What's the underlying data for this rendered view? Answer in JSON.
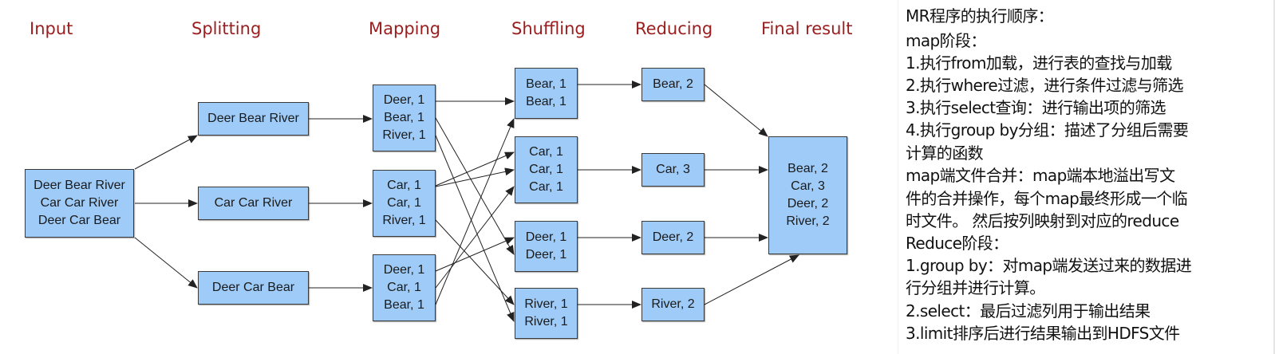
{
  "diagram": {
    "stages": [
      "Input",
      "Splitting",
      "Mapping",
      "Shuffling",
      "Reducing",
      "Final result"
    ],
    "input": [
      "Deer Bear River",
      "Car Car River",
      "Deer Car Bear"
    ],
    "splitting": [
      [
        "Deer Bear River"
      ],
      [
        "Car Car River"
      ],
      [
        "Deer Car Bear"
      ]
    ],
    "mapping": [
      [
        "Deer, 1",
        "Bear, 1",
        "River, 1"
      ],
      [
        "Car, 1",
        "Car, 1",
        "River, 1"
      ],
      [
        "Deer, 1",
        "Car, 1",
        "Bear, 1"
      ]
    ],
    "shuffling": [
      [
        "Bear, 1",
        "Bear, 1"
      ],
      [
        "Car, 1",
        "Car, 1",
        "Car, 1"
      ],
      [
        "Deer, 1",
        "Deer, 1"
      ],
      [
        "River, 1",
        "River, 1"
      ]
    ],
    "reducing": [
      [
        "Bear, 2"
      ],
      [
        "Car, 3"
      ],
      [
        "Deer, 2"
      ],
      [
        "River, 2"
      ]
    ],
    "final": [
      "Bear, 2",
      "Car, 3",
      "Deer, 2",
      "River, 2"
    ],
    "colors": {
      "box_fill": "#9ecbf7",
      "stage_label": "#9b1d1d",
      "arrow": "#222222"
    }
  },
  "notes": {
    "lines": [
      "MR程序的执行顺序：",
      "map阶段：",
      "1.执行from加载，进行表的查找与加载",
      "2.执行where过滤，进行条件过滤与筛选",
      "3.执行select查询：进行输出项的筛选",
      "4.执行group by分组：描述了分组后需要",
      "计算的函数",
      "   map端文件合并：map端本地溢出写文",
      "件的合并操作，每个map最终形成一个临",
      "时文件。 然后按列映射到对应的reduce",
      "Reduce阶段：",
      "1.group by：对map端发送过来的数据进",
      "行分组并进行计算。",
      "2.select：最后过滤列用于输出结果",
      "3.limit排序后进行结果输出到HDFS文件"
    ]
  }
}
